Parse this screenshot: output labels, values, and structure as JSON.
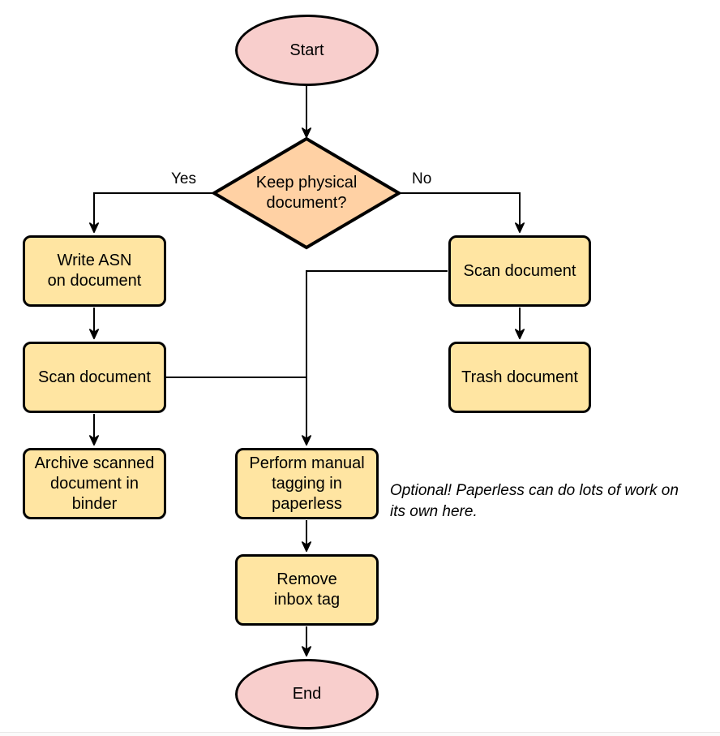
{
  "colors": {
    "canvas_bg": "#ffffff",
    "node_border": "#000000",
    "terminal_fill": "#f8cecc",
    "decision_fill": "#ffd1a4",
    "process_fill": "#ffe5a2",
    "text": "#000000",
    "edge": "#000000",
    "bottom_divider": "#e9e9e9"
  },
  "nodes": {
    "start": {
      "label": "Start",
      "shape": "terminal"
    },
    "decision": {
      "label": "Keep physical\ndocument?",
      "shape": "decision"
    },
    "write_asn": {
      "label": "Write ASN\non document",
      "shape": "process"
    },
    "scan_left": {
      "label": "Scan document",
      "shape": "process"
    },
    "archive": {
      "label": "Archive scanned\ndocument in\nbinder",
      "shape": "process"
    },
    "scan_right": {
      "label": "Scan document",
      "shape": "process"
    },
    "trash": {
      "label": "Trash document",
      "shape": "process"
    },
    "tagging": {
      "label": "Perform manual\ntagging in\npaperless",
      "shape": "process"
    },
    "remove_inbox": {
      "label": "Remove\ninbox tag",
      "shape": "process"
    },
    "end": {
      "label": "End",
      "shape": "terminal"
    }
  },
  "edges": {
    "yes_label": "Yes",
    "no_label": "No"
  },
  "note": {
    "text": "Optional! Paperless can do lots of work on\nits own here."
  }
}
